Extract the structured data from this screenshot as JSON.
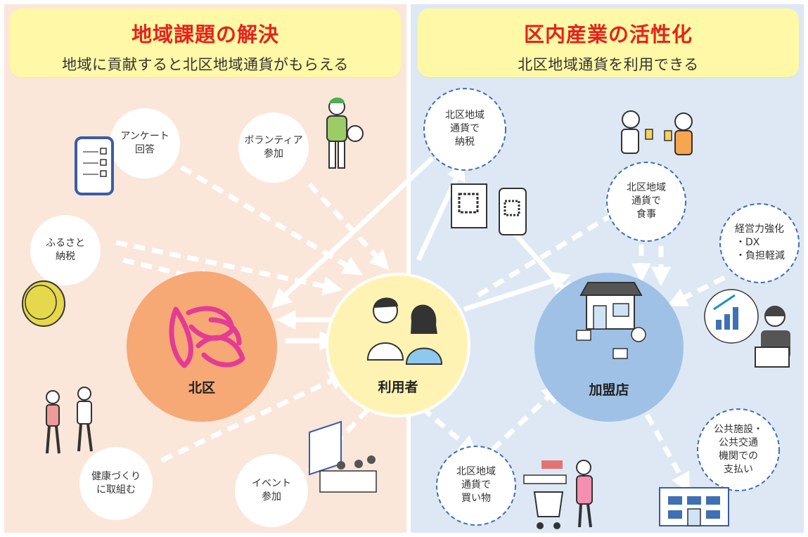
{
  "left_header": {
    "title": "地域課題の解決",
    "subtitle": "地域に貢献すると北区地域通貨がもらえる"
  },
  "right_header": {
    "title": "区内産業の活性化",
    "subtitle": "北区地域通貨を利用できる"
  },
  "nodes": {
    "kita_ku": "北区",
    "users": "利用者",
    "stores": "加盟店"
  },
  "left_bubbles": {
    "survey": [
      "アンケート",
      "回答"
    ],
    "volunteer": [
      "ボランティア",
      "参加"
    ],
    "furusato": [
      "ふるさと",
      "納税"
    ],
    "health": [
      "健康づくり",
      "に取組む"
    ],
    "event": [
      "イベント",
      "参加"
    ]
  },
  "right_bubbles": {
    "tax": [
      "北区地域",
      "通貨で",
      "納税"
    ],
    "meal": [
      "北区地域",
      "通貨で",
      "食事"
    ],
    "business": [
      "経営力強化",
      "・DX",
      "・負担軽減"
    ],
    "shopping": [
      "北区地域",
      "通貨で",
      "買い物"
    ],
    "public": [
      "公共施設・",
      "公共交通",
      "機関での",
      "支払い"
    ]
  },
  "colors": {
    "left_bg": "#fbe6da",
    "right_bg": "#dde8f4",
    "banner_bg": "#fff8a6",
    "title_red": "#e8221a",
    "kita_circle": "#f6a875",
    "user_circle": "#fff3b3",
    "store_circle": "#9fc1e6",
    "logo_pink": "#e43b95",
    "bubble_border": "#3f6fb6"
  }
}
